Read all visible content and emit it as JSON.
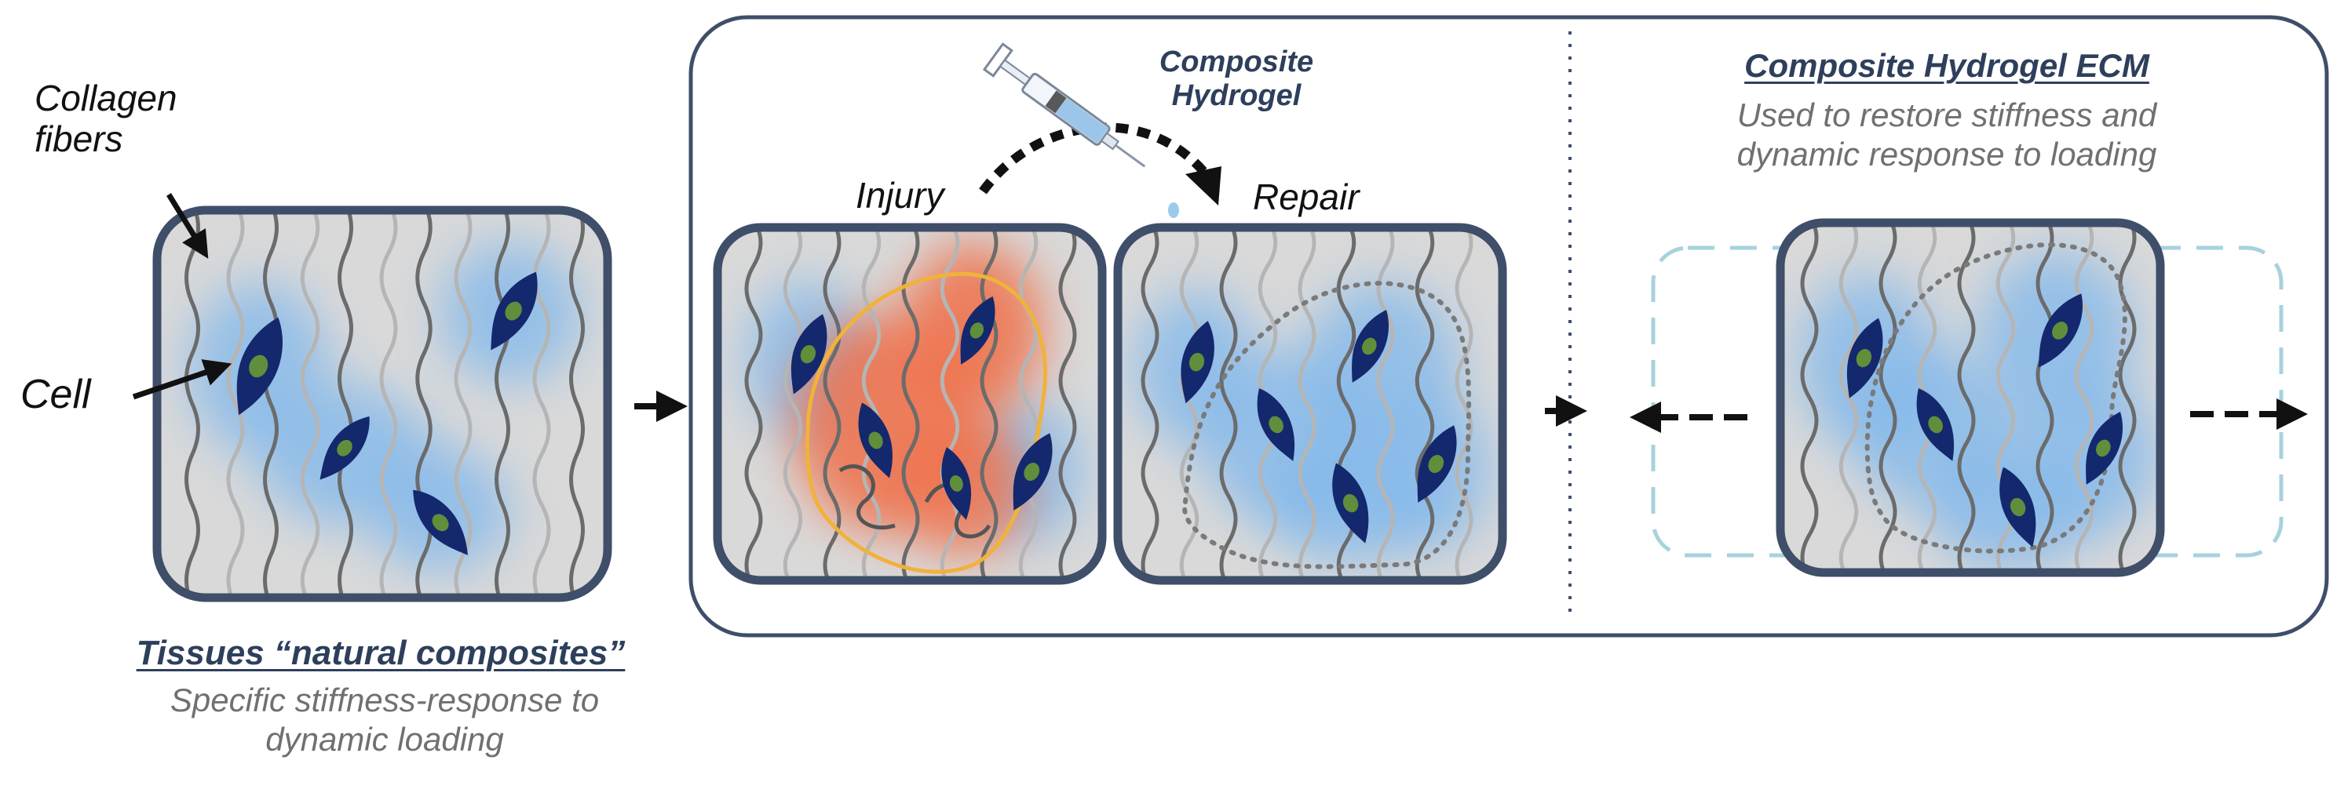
{
  "labels": {
    "collagen_fibers": "Collagen\nfibers",
    "cell": "Cell",
    "injury": "Injury",
    "repair": "Repair",
    "composite_hydrogel": "Composite\nHydrogel",
    "ecm_title": "Composite Hydrogel ECM",
    "ecm_desc": "Used to restore stiffness and\ndynamic response to loading",
    "tissues_title": "Tissues “natural composites”",
    "tissues_desc": "Specific stiffness-response to\ndynamic loading"
  },
  "colors": {
    "tile_fill": "#d9d9d9",
    "tile_border": "#3f4e69",
    "panel_border": "#3f4e69",
    "cell_body": "#14286e",
    "nucleus": "#5f8f3a",
    "cell_glow": "#7fb7ec",
    "injury_glow": "#f0704a",
    "injury_outline": "#f0b23a",
    "hydrogel_outline": "#7a7a7a",
    "stretch_frame": "#a7d2dd",
    "fiber_dark": "#6b6b6b",
    "fiber_light": "#b5b5b5"
  },
  "icons": [
    "syringe-icon",
    "curved-arrow-icon",
    "arrow-right-icon",
    "arrow-left-icon"
  ]
}
